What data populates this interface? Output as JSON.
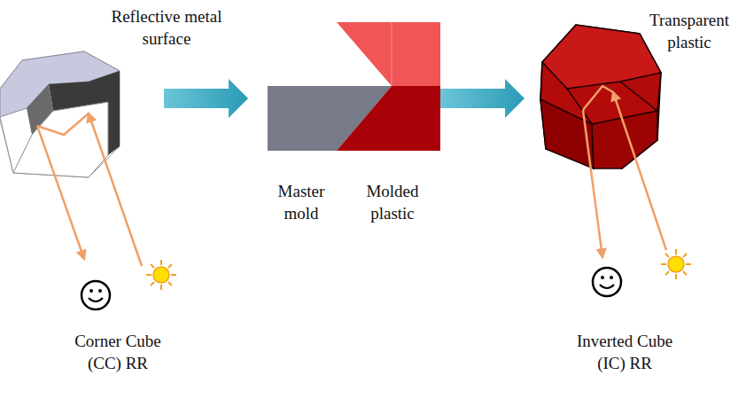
{
  "diagram": {
    "labels": [
      "Reflective metal surface",
      "Master mold",
      "Molded plastic",
      "Transparent plastic",
      "Corner Cube (CC) RR",
      "Inverted Cube (IC) RR"
    ]
  }
}
